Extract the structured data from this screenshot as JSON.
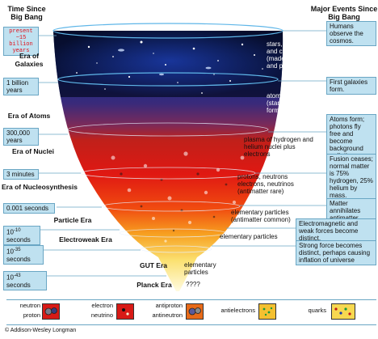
{
  "headers": {
    "left": "Time Since Big Bang",
    "right": "Major Events Since Big Bang"
  },
  "present": "present ~15 billion years",
  "eras": [
    {
      "label": "Era of Galaxies"
    },
    {
      "label": "Era of Atoms"
    },
    {
      "label": "Era of Nuclei"
    },
    {
      "label": "Era of Nucleosynthesis"
    },
    {
      "label": "Particle Era"
    },
    {
      "label": "Electroweak Era"
    },
    {
      "label": "GUT Era"
    },
    {
      "label": "Planck Era"
    }
  ],
  "times": [
    {
      "label": "1 billion years"
    },
    {
      "label": "300,000 years"
    },
    {
      "label": "3 minutes"
    },
    {
      "label": "0.001 seconds"
    },
    {
      "label": "10-10 seconds",
      "base": "10",
      "exp": "-10",
      "unit": "seconds"
    },
    {
      "label": "10-35 seconds",
      "base": "10",
      "exp": "-35",
      "unit": "seconds"
    },
    {
      "label": "10-43 seconds",
      "base": "10",
      "exp": "-43",
      "unit": "seconds"
    }
  ],
  "contents": [
    "stars, galaxies and clusters (made of atoms and plasma)",
    "atoms and plasma (stars begin to form)",
    "plasma of hydrogen and helium nuclei plus electrons",
    "protons, neutrons electrons, neutrinos (antimatter rare)",
    "elementary particles (antimatter common)",
    "elementary particles",
    "elementary particles",
    "????"
  ],
  "events": [
    "Humans observe the cosmos.",
    "First galaxies form.",
    "Atoms form; photons fly free and become background radiation.",
    "Fusion ceases; normal matter is 75% hydrogen, 25% helium by mass.",
    "Matter annihilates antimatter.",
    "Electromagnetic and weak forces become distinct.",
    "Strong force becomes distinct, perhaps causing inflation of universe"
  ],
  "legend": [
    {
      "label": "neutron"
    },
    {
      "label": "proton"
    },
    {
      "label": "electron"
    },
    {
      "label": "neutrino"
    },
    {
      "label": "antiproton"
    },
    {
      "label": "antineutron"
    },
    {
      "label": "antielectrons"
    },
    {
      "label": "quarks"
    }
  ],
  "copyright": "© Addison-Wesley Longman",
  "colors": {
    "box_fill": "#bfe1f0",
    "box_border": "#6aa6c4",
    "present_text": "#e0101a"
  }
}
